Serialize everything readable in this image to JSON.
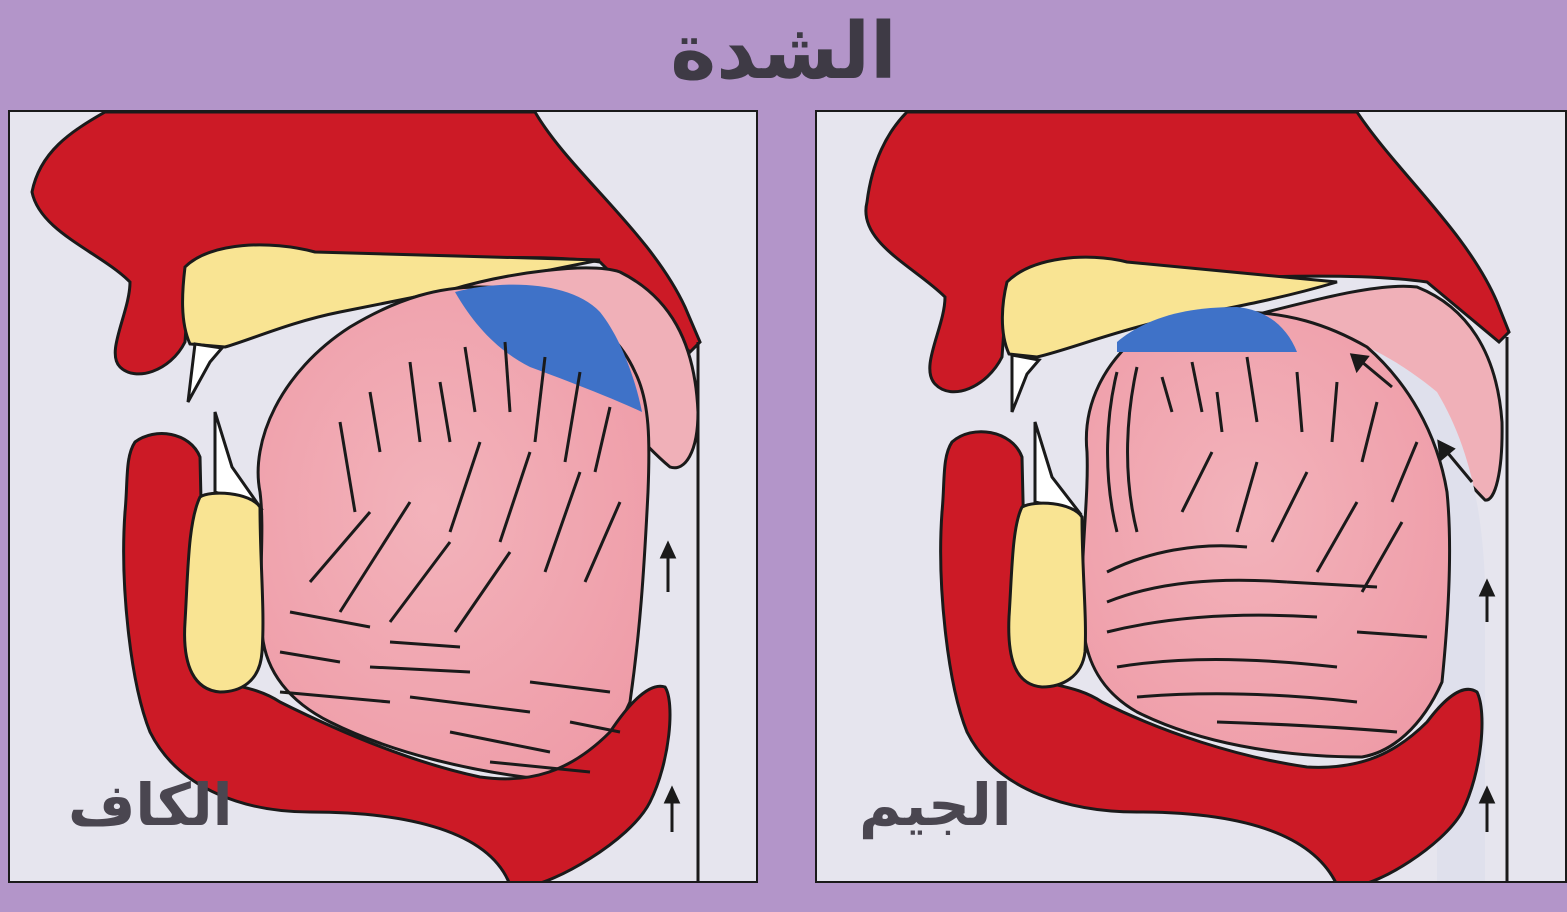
{
  "title": "الشدة",
  "panels": [
    {
      "id": "kaf",
      "label": "الكاف"
    },
    {
      "id": "jeem",
      "label": "الجيم"
    }
  ],
  "colors": {
    "background": "#b395c9",
    "panel": "#e6e5ee",
    "flesh": "#cc1a26",
    "tongue": "#ef9fa9",
    "teeth_bone": "#f9e493",
    "contact_area": "#3f72c8",
    "outline": "#1a1a1a"
  }
}
